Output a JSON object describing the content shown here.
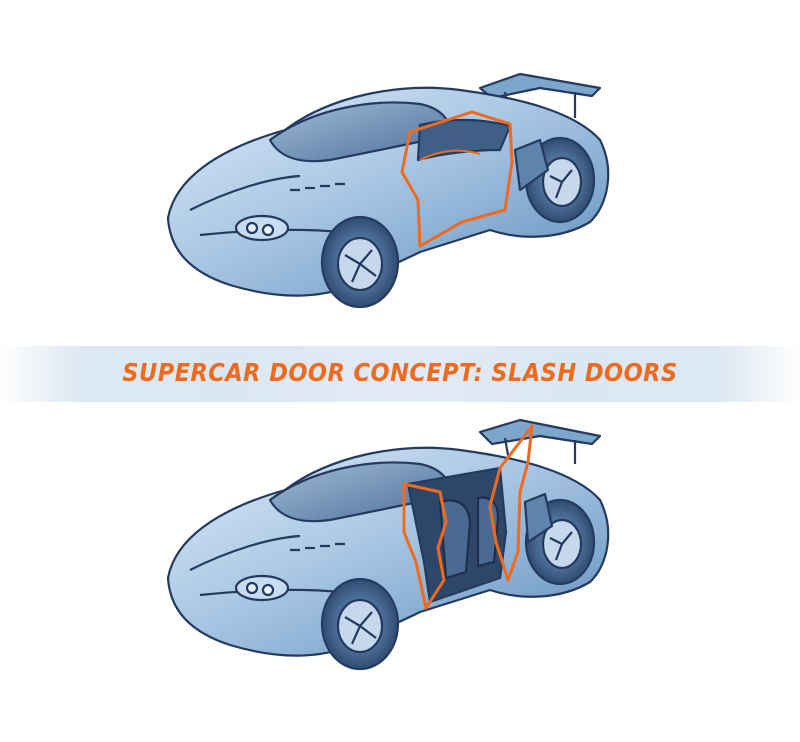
{
  "title": "SUPERCAR DOOR CONCEPT: SLASH DOORS",
  "colors": {
    "accent_orange": "#ee6a1f",
    "body_blue": "#8fb6da",
    "body_blue_dark": "#5a86b3",
    "ink": "#243a5e",
    "banner": "#dbe7f2",
    "background": "#ffffff"
  },
  "illustrations": [
    {
      "name": "car-doors-closed",
      "door_state": "closed"
    },
    {
      "name": "car-doors-open",
      "door_state": "open"
    }
  ]
}
